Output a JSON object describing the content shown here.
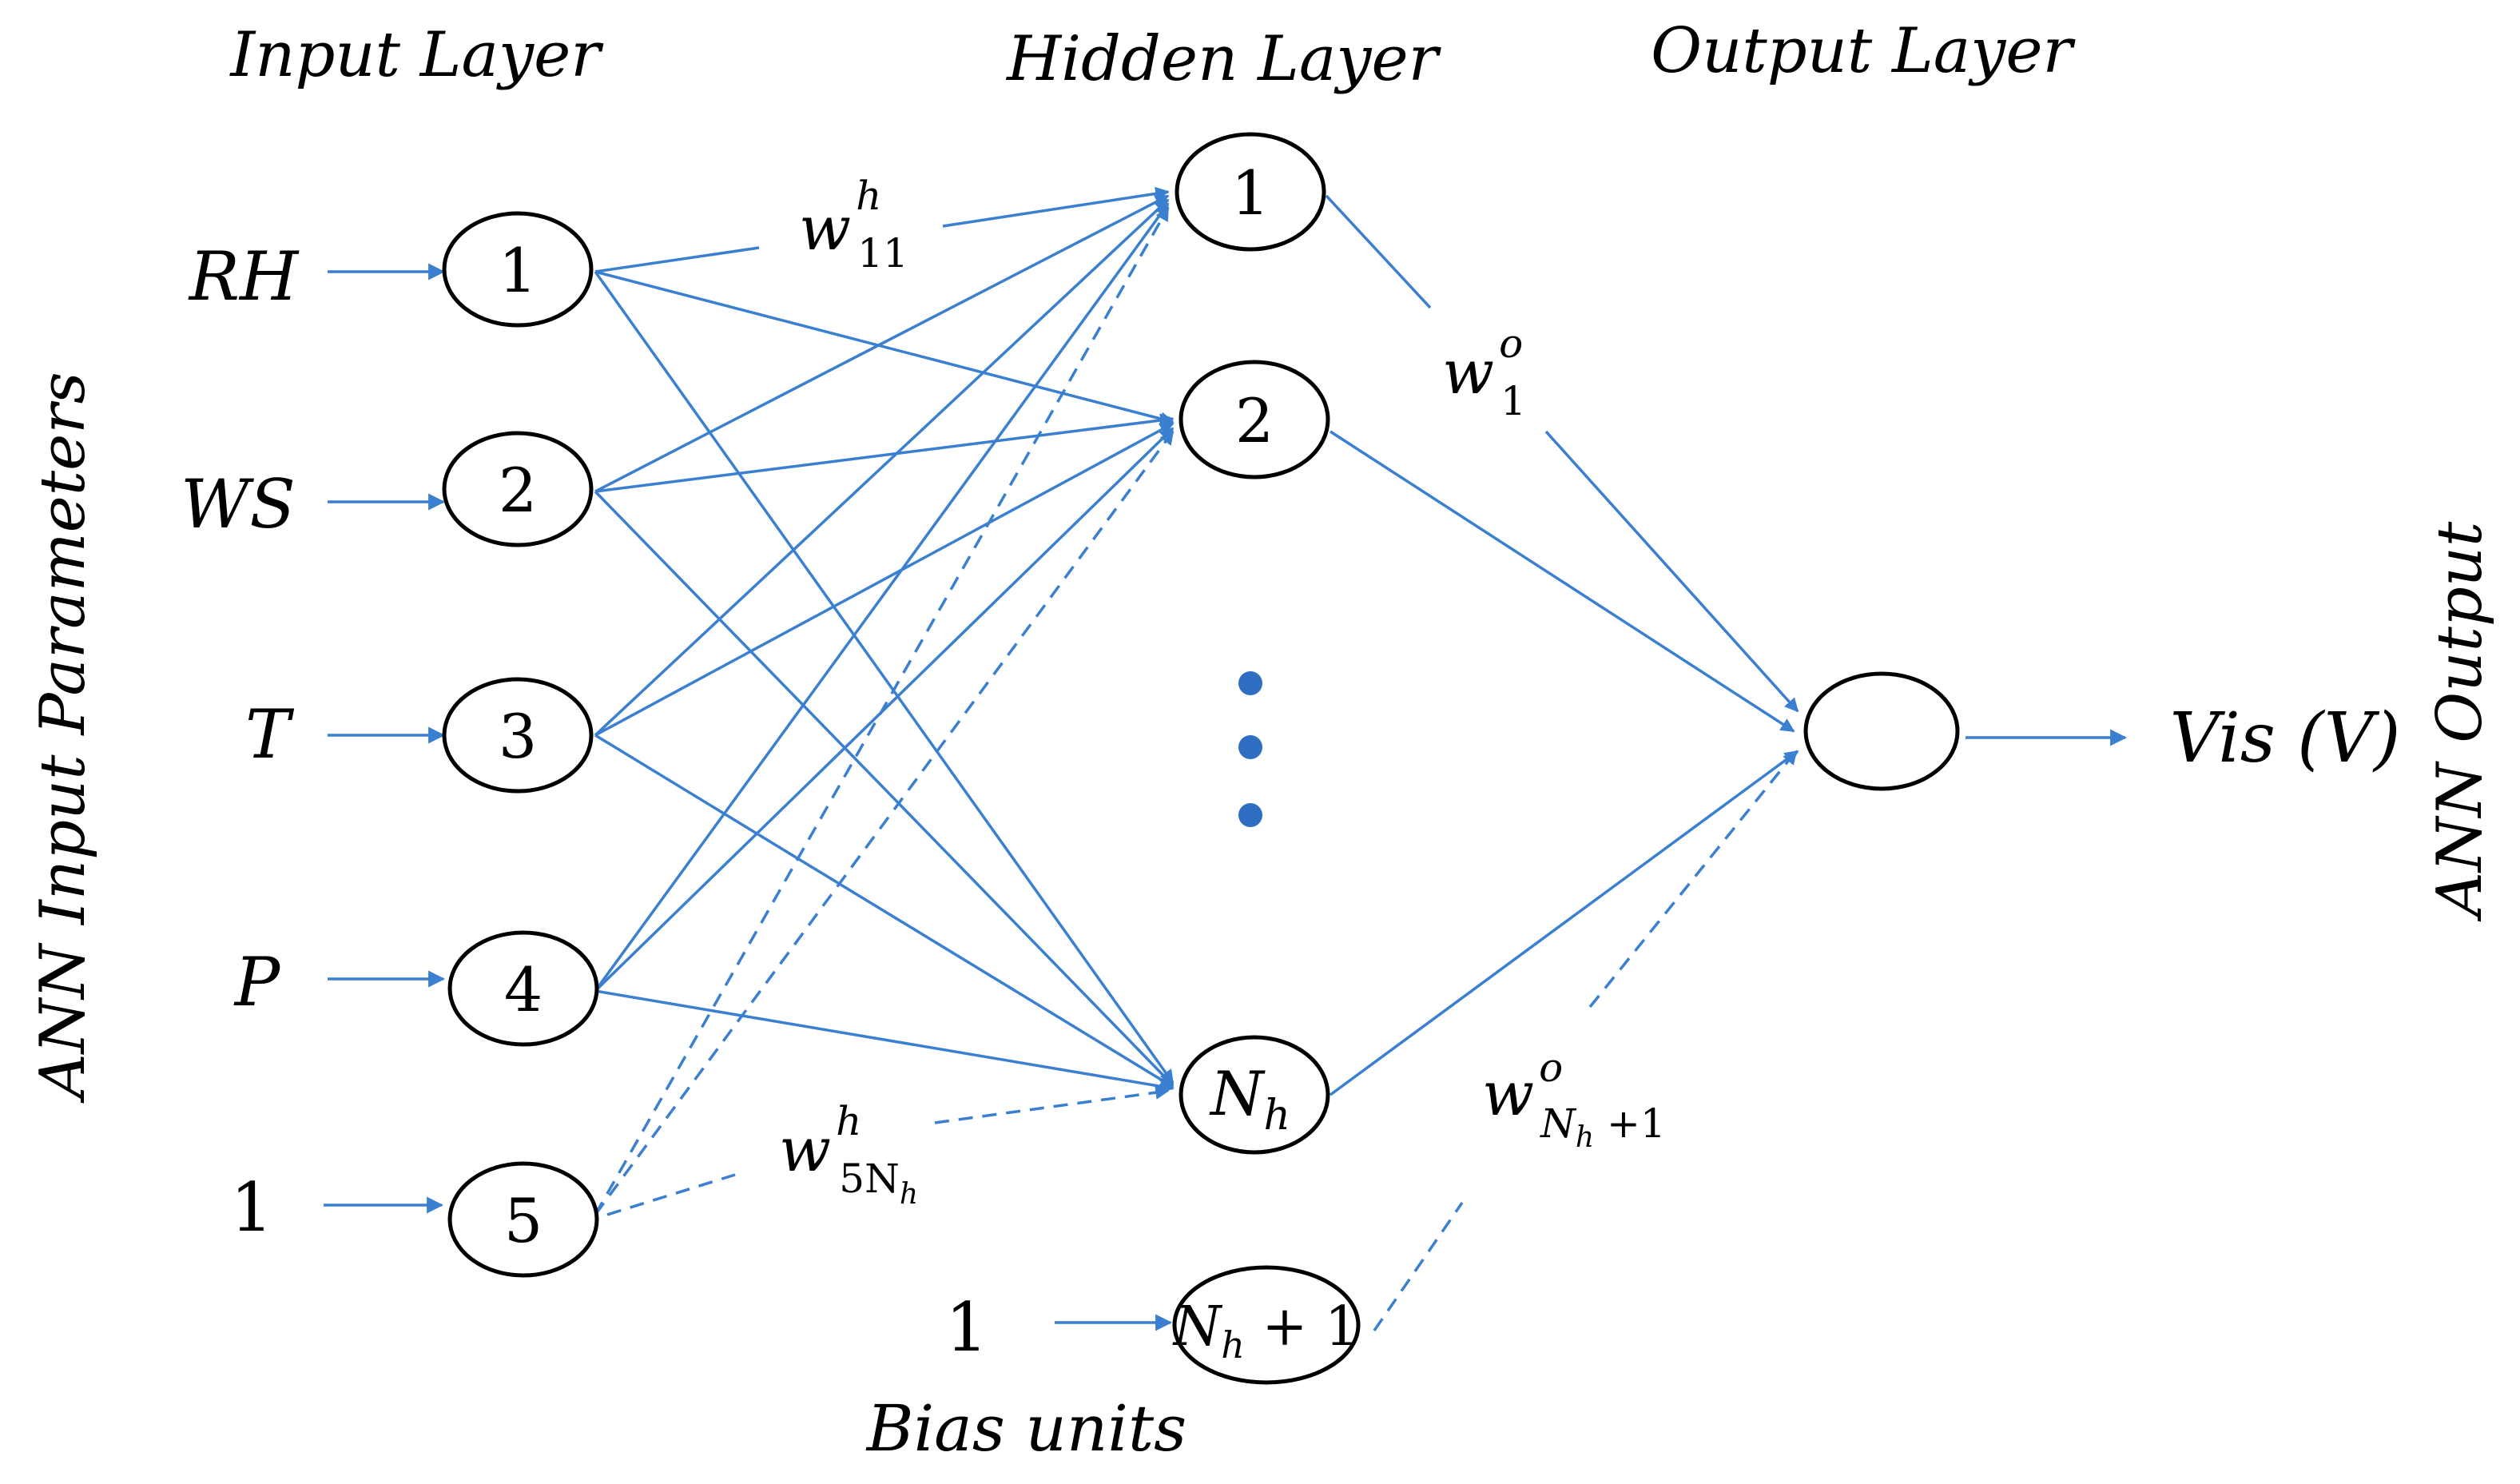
{
  "layers": {
    "input": "Input Layer",
    "hidden": "Hidden Layer",
    "output": "Output Layer"
  },
  "side_labels": {
    "left": "ANN Input Parameters",
    "right": "ANN Output"
  },
  "inputs": [
    {
      "var": "RH",
      "node": "1"
    },
    {
      "var": "WS",
      "node": "2"
    },
    {
      "var": "T",
      "node": "3"
    },
    {
      "var": "P",
      "node": "4"
    },
    {
      "var": "1",
      "node": "5"
    }
  ],
  "hidden_nodes": {
    "first": "1",
    "second": "2",
    "last_base": "N",
    "last_sub": "h",
    "bias_base": "N",
    "bias_sub": "h",
    "bias_tail": " + 1"
  },
  "bias_input": "1",
  "bias_units_label": "Bias units",
  "output_label": "Vis (V)",
  "weights": {
    "w11": {
      "base": "w",
      "sup": "h",
      "sub": "11"
    },
    "w5Nh": {
      "base": "w",
      "sup": "h",
      "sub": "5N",
      "subsub": "h"
    },
    "w1o": {
      "base": "w",
      "sup": "o",
      "sub": "1"
    },
    "wNh1": {
      "base": "w",
      "sup": "o",
      "sub": "N",
      "subsub": "h",
      "tail": " +1"
    }
  },
  "colors": {
    "edge": "#3a7fd0",
    "node_stroke": "#000000",
    "dots": "#2f6fc3"
  }
}
